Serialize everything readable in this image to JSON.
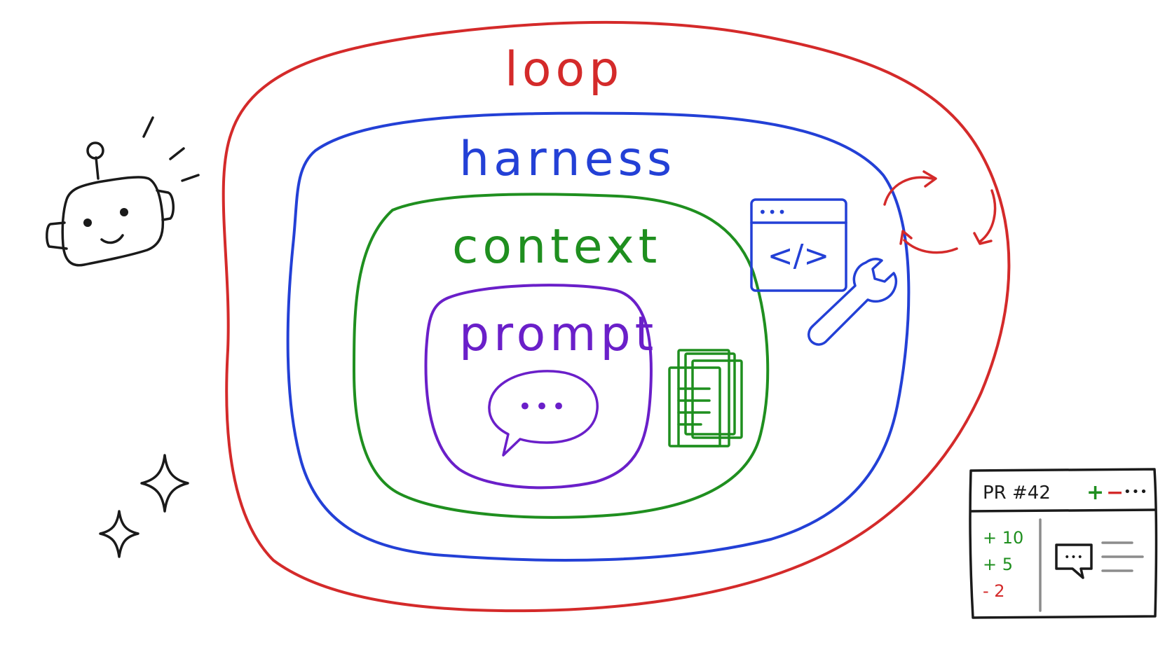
{
  "colors": {
    "loop": "#d42a2a",
    "harness": "#2340d6",
    "context": "#1f8f1f",
    "prompt": "#6a1fc9",
    "ink": "#1a1a1a",
    "plus": "#1f8f1f",
    "minus": "#d42a2a",
    "muted": "#8c8c8c"
  },
  "labels": {
    "loop": "loop",
    "harness": "harness",
    "context": "context",
    "prompt": "prompt"
  },
  "icons": {
    "robot": "robot-icon",
    "sparkles": "sparkle-icon",
    "refresh": "refresh-arrows-icon",
    "code_window": "code-window-icon",
    "wrench": "wrench-icon",
    "documents": "document-stack-icon",
    "speech": "speech-bubble-icon",
    "pr_comment": "comment-icon"
  },
  "code_window": {
    "dots": "•••",
    "code": "</>"
  },
  "speech_bubble": {
    "dots": "•••"
  },
  "pr_card": {
    "title": "PR #42",
    "plus": "+",
    "minus": "−",
    "more": "•••",
    "lines": [
      "+ 10",
      "+ 5",
      "- 2"
    ],
    "comment_dots": "•••"
  }
}
